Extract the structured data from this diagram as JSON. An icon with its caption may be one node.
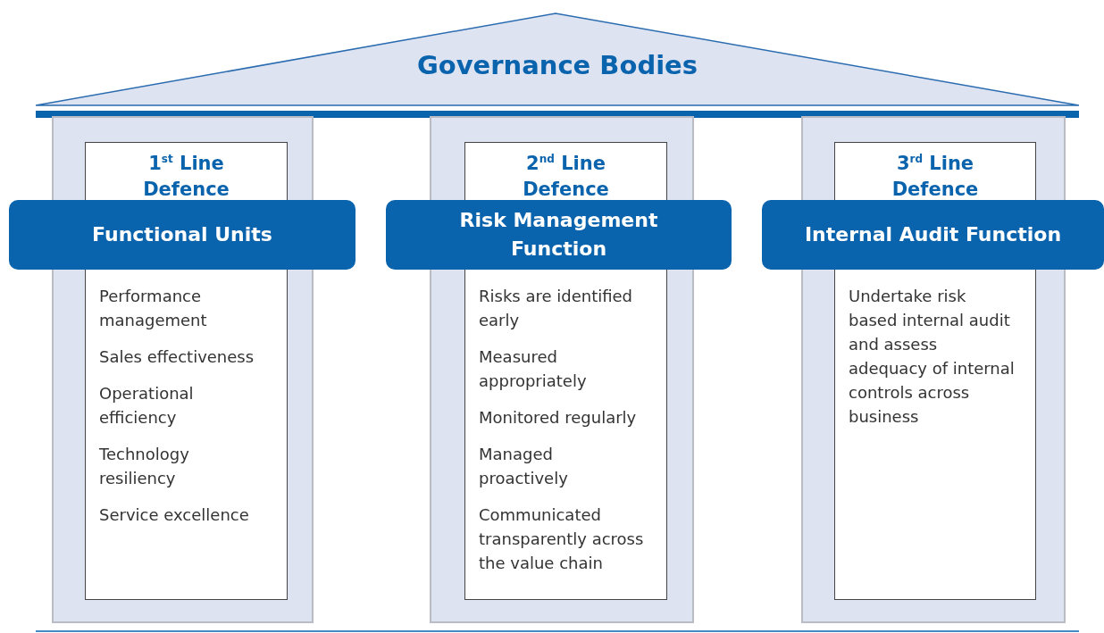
{
  "diagram": {
    "nodes": [
      {
        "text": [
          "Governance Bodies"
        ]
      },
      {
        "text": [],
        "shape": "box"
      },
      {
        "text": [
          "1$^{st}$ Line Defence",
          "Performance management",
          "Sales effectiveness",
          "Operational efficiency",
          "Technology resiliency",
          "Service excellence"
        ],
        "in": 1
      },
      {
        "text": [
          "Functional Units"
        ]
      },
      {
        "text": [],
        "shape": "box"
      },
      {
        "text": [
          "2$^{nd}$ Line Defence",
          "Risks are identified early",
          "Measured appropriately",
          "Monitored regularly",
          "Managed proactively",
          "Communicated transparently across the value chain"
        ],
        "in": 4
      },
      {
        "text": [
          "Risk Management Function"
        ]
      },
      {
        "text": [],
        "shape": "box"
      },
      {
        "text": [
          "3$^{rd}$ Line Defence",
          "Undertake risk based internal audit and assess adequacy of internal controls across business"
        ],
        "in": 7
      },
      {
        "text": [
          "Internal Audit Function"
        ]
      }
    ]
  }
}
